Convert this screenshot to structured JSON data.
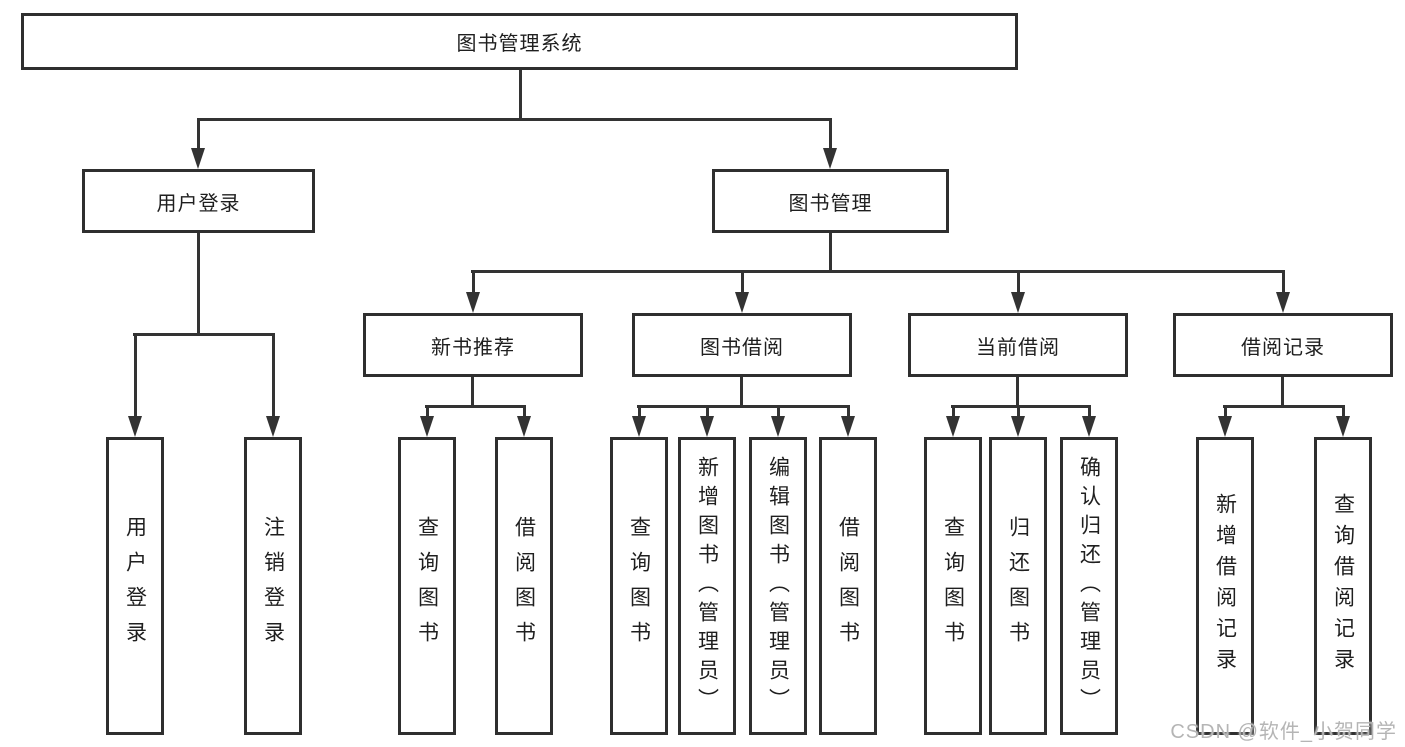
{
  "tree": {
    "root": {
      "label": "图书管理系统",
      "children": [
        {
          "label": "用户登录",
          "children": [
            {
              "label": "用户登录"
            },
            {
              "label": "注销登录"
            }
          ]
        },
        {
          "label": "图书管理",
          "children": [
            {
              "label": "新书推荐",
              "children": [
                {
                  "label": "查询图书"
                },
                {
                  "label": "借阅图书"
                }
              ]
            },
            {
              "label": "图书借阅",
              "children": [
                {
                  "label": "查询图书"
                },
                {
                  "label": "新增图书（管理员）"
                },
                {
                  "label": "编辑图书（管理员）"
                },
                {
                  "label": "借阅图书"
                }
              ]
            },
            {
              "label": "当前借阅",
              "children": [
                {
                  "label": "查询图书"
                },
                {
                  "label": "归还图书"
                },
                {
                  "label": "确认归还（管理员）"
                }
              ]
            },
            {
              "label": "借阅记录",
              "children": [
                {
                  "label": "新增借阅记录"
                },
                {
                  "label": "查询借阅记录"
                }
              ]
            }
          ]
        }
      ]
    }
  },
  "watermark": {
    "text": "CSDN @软件_小贺同学"
  },
  "colors": {
    "line": "#333333",
    "box_border": "#2f2f2f",
    "text": "#1f1f1f",
    "watermark": "#b5b5b5",
    "background": "#ffffff"
  }
}
